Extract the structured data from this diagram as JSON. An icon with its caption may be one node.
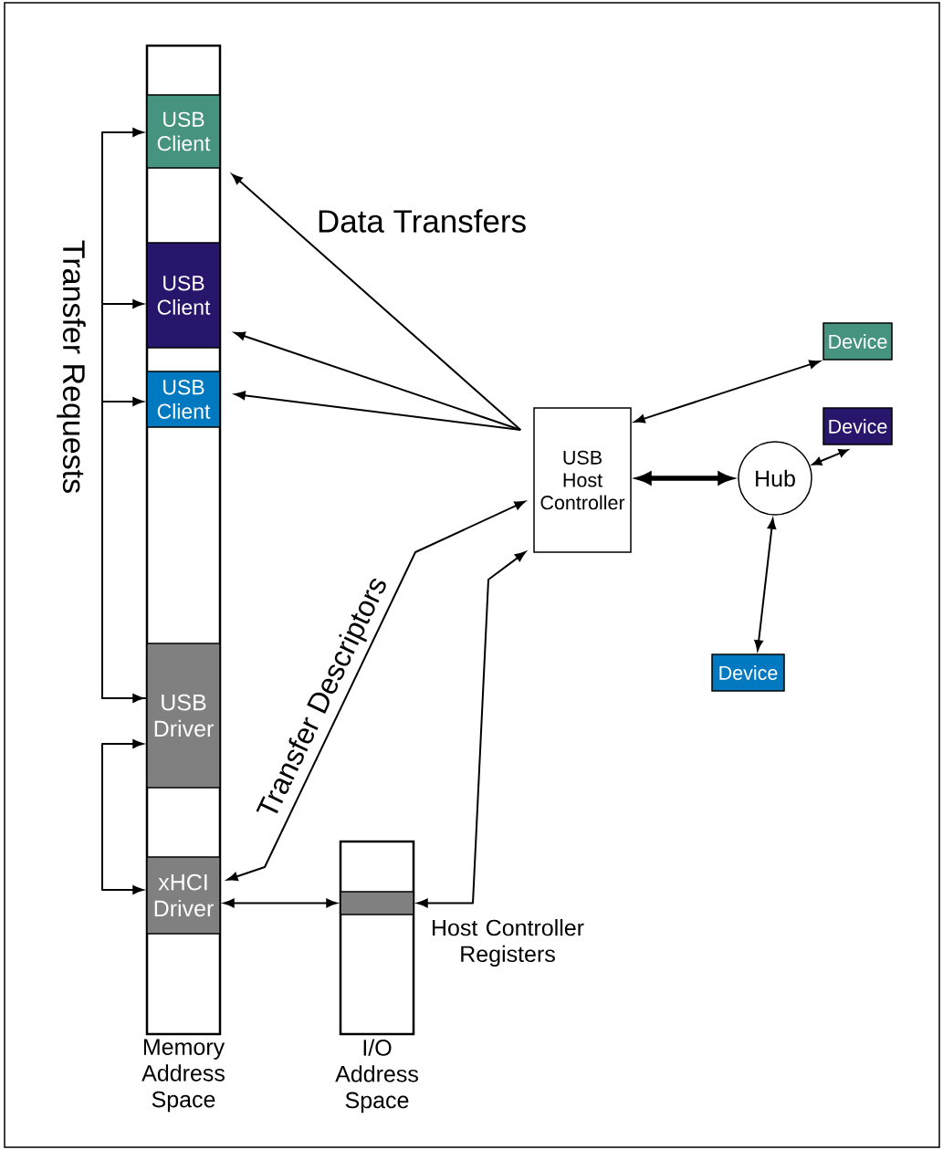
{
  "diagram": {
    "nodes": [
      {
        "text": [
          "Memory Address Space"
        ]
      },
      {
        "text": [
          "USB Client"
        ],
        "in": 0
      },
      {
        "text": [
          "USB Client"
        ],
        "in": 0
      },
      {
        "text": [
          "USB Client"
        ],
        "in": 0
      },
      {
        "text": [
          "USB Driver"
        ],
        "in": 0
      },
      {
        "text": [
          "xHCI Driver"
        ],
        "in": 0
      },
      {
        "text": [
          "I/O Address Space"
        ]
      },
      {
        "text": [],
        "shape": "bar",
        "in": 6,
        "beside": [
          "Host Controller Registers"
        ]
      },
      {
        "text": [
          "USB Host Controller"
        ]
      },
      {
        "text": [
          "Hub"
        ]
      },
      {
        "text": [
          "Device"
        ]
      },
      {
        "text": [
          "Device"
        ]
      },
      {
        "text": [
          "Device"
        ]
      }
    ],
    "edges": [
      {
        "from": 4,
        "to": 1,
        "arrow": "both",
        "label": "Transfer Requests"
      },
      {
        "from": 4,
        "to": 2,
        "arrow": "to"
      },
      {
        "from": 4,
        "to": 3,
        "arrow": "to"
      },
      {
        "from": 4,
        "to": 5,
        "arrow": "both"
      },
      {
        "from": 5,
        "to": 7,
        "arrow": "both"
      },
      {
        "from": 7,
        "to": 8,
        "arrow": "both"
      },
      {
        "from": 5,
        "to": 8,
        "arrow": "both",
        "label": "Transfer Descriptors"
      },
      {
        "from": 8,
        "to": 1,
        "arrow": "to",
        "label": "Data Transfers"
      },
      {
        "from": 8,
        "to": 2,
        "arrow": "to"
      },
      {
        "from": 8,
        "to": 3,
        "arrow": "to"
      },
      {
        "from": 8,
        "to": 10,
        "arrow": "both"
      },
      {
        "from": 8,
        "to": 9,
        "arrow": "both",
        "style": "thick"
      },
      {
        "from": 9,
        "to": 11,
        "arrow": "both"
      },
      {
        "from": 9,
        "to": 12,
        "arrow": "both"
      }
    ]
  }
}
